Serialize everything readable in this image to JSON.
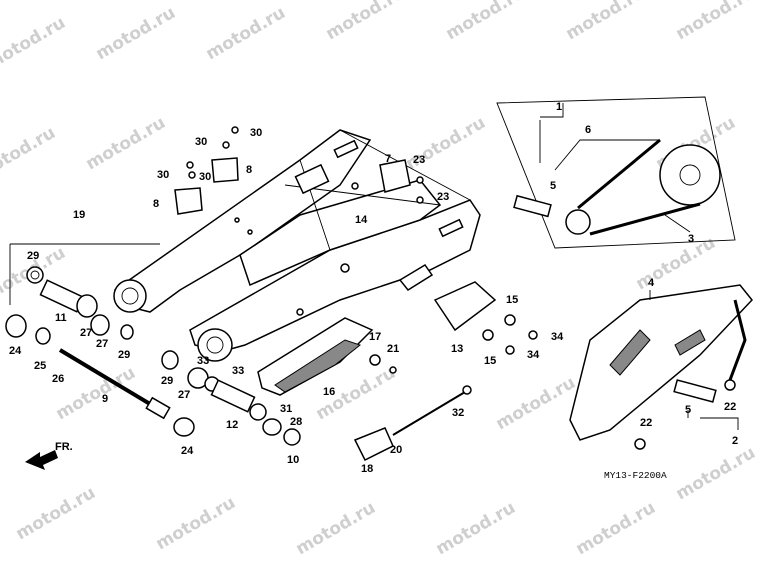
{
  "watermark": "motod.ru",
  "diagram_code": "MY13-F2200A",
  "direction_label": "FR.",
  "callouts": [
    {
      "id": "c1",
      "num": "1"
    },
    {
      "id": "c2",
      "num": "2"
    },
    {
      "id": "c3",
      "num": "3"
    },
    {
      "id": "c4",
      "num": "4"
    },
    {
      "id": "c5a",
      "num": "5"
    },
    {
      "id": "c5b",
      "num": "5"
    },
    {
      "id": "c6",
      "num": "6"
    },
    {
      "id": "c7",
      "num": "7"
    },
    {
      "id": "c8a",
      "num": "8"
    },
    {
      "id": "c8b",
      "num": "8"
    },
    {
      "id": "c9",
      "num": "9"
    },
    {
      "id": "c10",
      "num": "10"
    },
    {
      "id": "c11",
      "num": "11"
    },
    {
      "id": "c12",
      "num": "12"
    },
    {
      "id": "c13",
      "num": "13"
    },
    {
      "id": "c14",
      "num": "14"
    },
    {
      "id": "c15a",
      "num": "15"
    },
    {
      "id": "c15b",
      "num": "15"
    },
    {
      "id": "c16",
      "num": "16"
    },
    {
      "id": "c17",
      "num": "17"
    },
    {
      "id": "c18",
      "num": "18"
    },
    {
      "id": "c19",
      "num": "19"
    },
    {
      "id": "c20",
      "num": "20"
    },
    {
      "id": "c21",
      "num": "21"
    },
    {
      "id": "c22a",
      "num": "22"
    },
    {
      "id": "c22b",
      "num": "22"
    },
    {
      "id": "c23a",
      "num": "23"
    },
    {
      "id": "c23b",
      "num": "23"
    },
    {
      "id": "c24a",
      "num": "24"
    },
    {
      "id": "c24b",
      "num": "24"
    },
    {
      "id": "c25",
      "num": "25"
    },
    {
      "id": "c26",
      "num": "26"
    },
    {
      "id": "c27a",
      "num": "27"
    },
    {
      "id": "c27b",
      "num": "27"
    },
    {
      "id": "c27c",
      "num": "27"
    },
    {
      "id": "c28",
      "num": "28"
    },
    {
      "id": "c29a",
      "num": "29"
    },
    {
      "id": "c29b",
      "num": "29"
    },
    {
      "id": "c29c",
      "num": "29"
    },
    {
      "id": "c30a",
      "num": "30"
    },
    {
      "id": "c30b",
      "num": "30"
    },
    {
      "id": "c30c",
      "num": "30"
    },
    {
      "id": "c30d",
      "num": "30"
    },
    {
      "id": "c31",
      "num": "31"
    },
    {
      "id": "c32",
      "num": "32"
    },
    {
      "id": "c33a",
      "num": "33"
    },
    {
      "id": "c33b",
      "num": "33"
    },
    {
      "id": "c34a",
      "num": "34"
    },
    {
      "id": "c34b",
      "num": "34"
    }
  ]
}
